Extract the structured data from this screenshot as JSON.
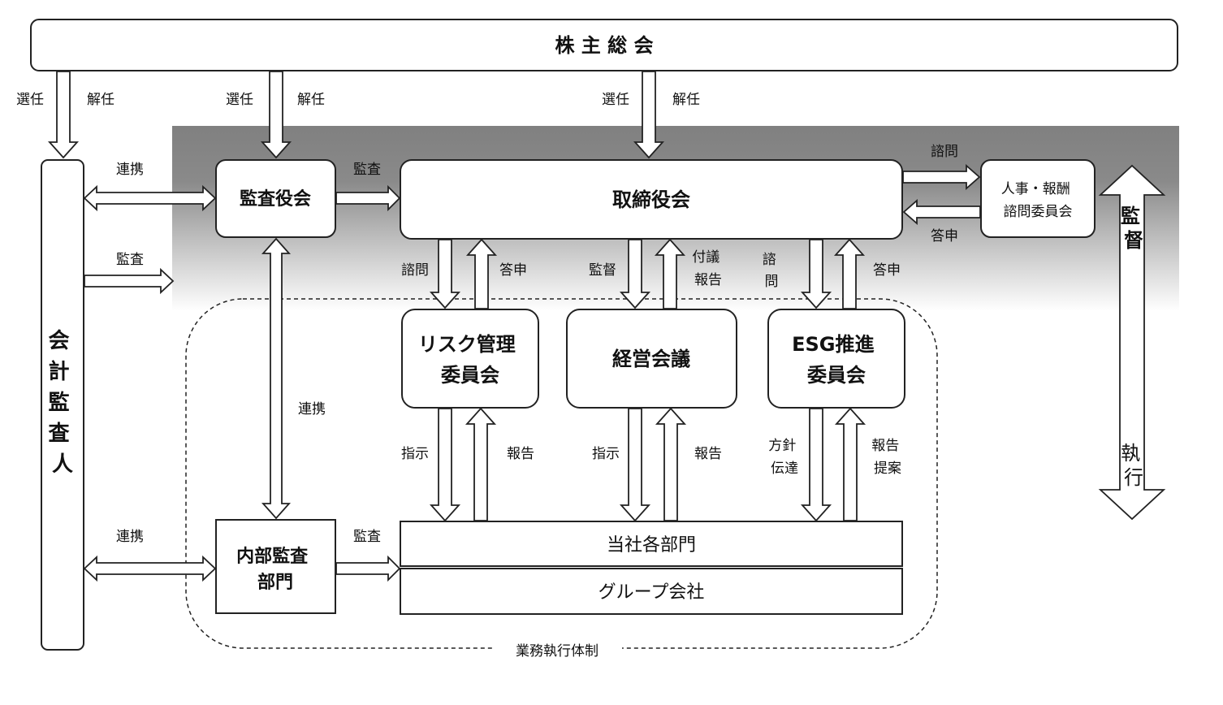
{
  "nodes": {
    "shareholders": "株 主 総 会",
    "auditor_lines": [
      "会",
      "計",
      "監",
      "査",
      "人"
    ],
    "audit_board": "監査役会",
    "board": "取締役会",
    "nomination_lines": [
      "人事・報酬",
      "諮問委員会"
    ],
    "risk_lines": [
      "リスク管理",
      "委員会"
    ],
    "management": "経営会議",
    "esg_lines": [
      "ESG推進",
      "委員会"
    ],
    "internal_audit_lines": [
      "内部監査",
      "部門"
    ],
    "departments": "当社各部門",
    "group": "グループ会社",
    "execution_system": "業務執行体制"
  },
  "edge_labels": {
    "elect": "選任",
    "dismiss": "解任",
    "cooperate": "連携",
    "audit": "監査",
    "consult": "諮問",
    "report_back": "答申",
    "supervise": "監督",
    "proposal_lines": [
      "付議",
      "報告"
    ],
    "consult_v": [
      "諮",
      "問"
    ],
    "instruct": "指示",
    "report": "報告",
    "policy_lines": [
      "方針",
      "伝達"
    ],
    "report_proposal_lines": [
      "報告",
      "提案"
    ]
  },
  "side": {
    "supervise_lines": [
      "監",
      "督"
    ],
    "execute_lines": [
      "執",
      "行"
    ]
  },
  "colors": {
    "band_top": "#808080",
    "band_bottom": "#ffffff",
    "line": "#222222"
  }
}
